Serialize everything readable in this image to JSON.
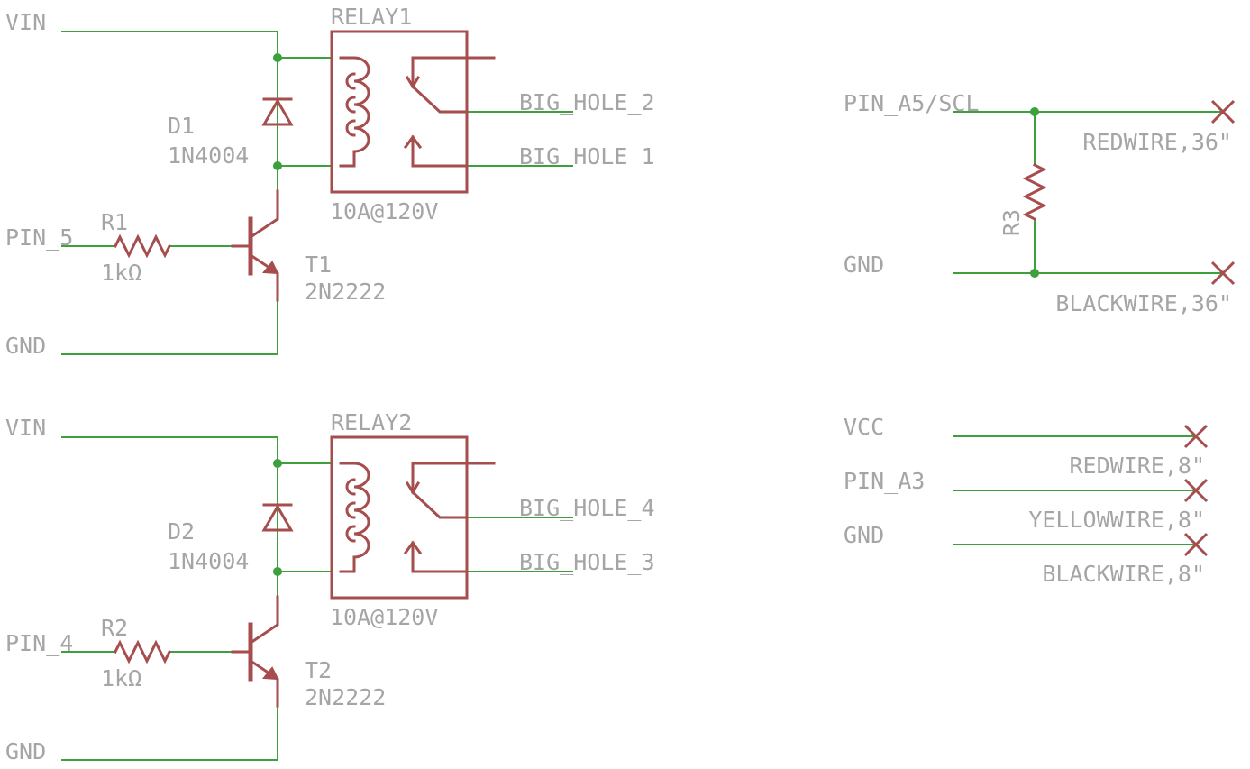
{
  "colors": {
    "net": "#3ca03c",
    "symbol": "#a64d4d",
    "text": "#a5a5a5",
    "background": "#ffffff"
  },
  "relay1": {
    "vin": "VIN",
    "name": "RELAY1",
    "rating": "10A@120V",
    "out_a": "BIG_HOLE_2",
    "out_b": "BIG_HOLE_1",
    "diode": "D1",
    "diode_value": "1N4004",
    "resistor": "R1",
    "resistor_value": "1kΩ",
    "input": "PIN_5",
    "transistor": "T1",
    "transistor_value": "2N2222",
    "gnd": "GND"
  },
  "relay2": {
    "vin": "VIN",
    "name": "RELAY2",
    "rating": "10A@120V",
    "out_a": "BIG_HOLE_4",
    "out_b": "BIG_HOLE_3",
    "diode": "D2",
    "diode_value": "1N4004",
    "resistor": "R2",
    "resistor_value": "1kΩ",
    "input": "PIN_4",
    "transistor": "T2",
    "transistor_value": "2N2222",
    "gnd": "GND"
  },
  "pullup": {
    "pin": "PIN_A5/SCL",
    "resistor": "R3",
    "gnd": "GND",
    "wire_red": "REDWIRE,36\"",
    "wire_black": "BLACKWIRE,36\""
  },
  "connector": {
    "vcc": "VCC",
    "pin": "PIN_A3",
    "gnd": "GND",
    "wire_red": "REDWIRE,8\"",
    "wire_yellow": "YELLOWWIRE,8\"",
    "wire_black": "BLACKWIRE,8\""
  }
}
